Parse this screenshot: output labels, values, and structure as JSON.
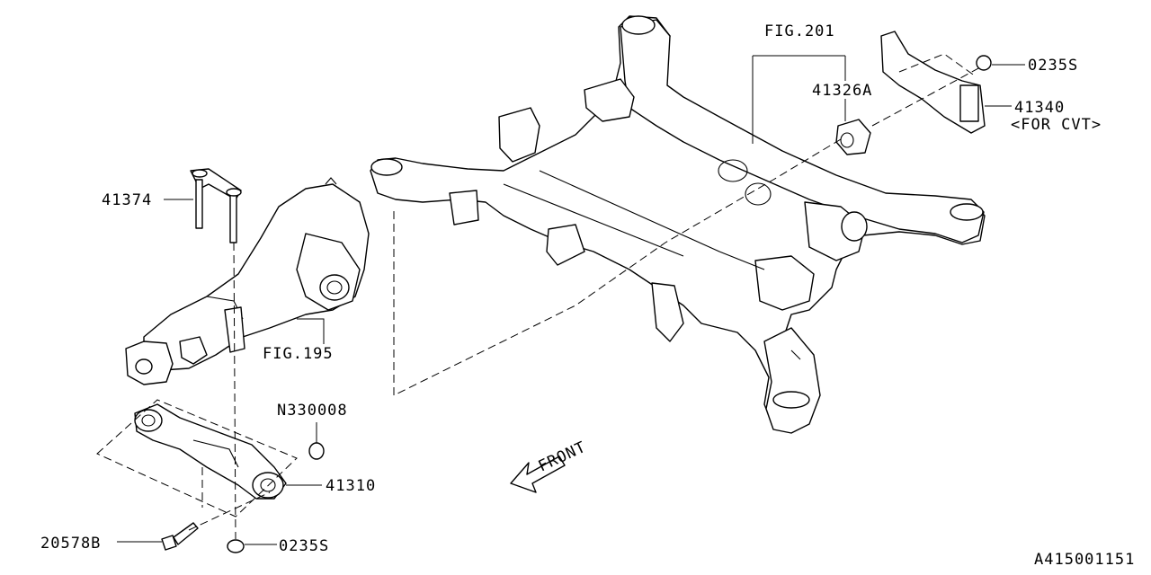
{
  "diagram_id": "A415001151",
  "callouts": {
    "fig201": "FIG.201",
    "p41326a": "41326A",
    "p0235s_top": "0235S",
    "p41340": "41340",
    "for_cvt": "<FOR CVT>",
    "p41374": "41374",
    "fig195": "FIG.195",
    "n330008": "N330008",
    "p41310": "41310",
    "p20578b": "20578B",
    "p0235s_bottom": "0235S"
  },
  "direction": {
    "front": "FRONT"
  }
}
